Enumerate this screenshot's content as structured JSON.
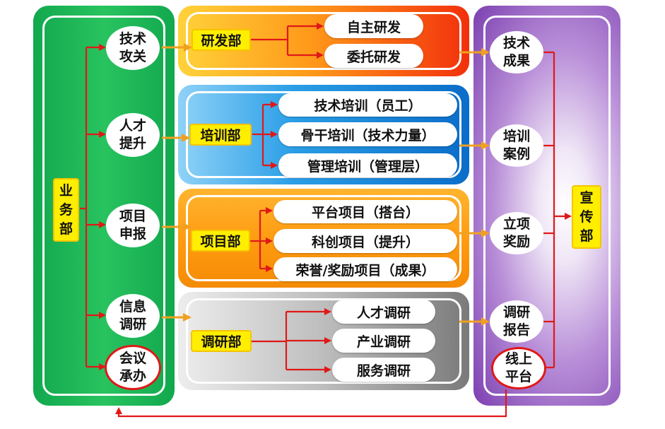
{
  "left_column": {
    "title": "业务部",
    "items": [
      {
        "line1": "技术",
        "line2": "攻关"
      },
      {
        "line1": "人才",
        "line2": "提升"
      },
      {
        "line1": "项目",
        "line2": "申报"
      },
      {
        "line1": "信息",
        "line2": "调研"
      },
      {
        "line1": "会议",
        "line2": "承办"
      }
    ]
  },
  "departments": [
    {
      "name": "研发部",
      "items": [
        "自主研发",
        "委托研发"
      ]
    },
    {
      "name": "培训部",
      "items": [
        "技术培训（员工）",
        "骨干培训（技术力量）",
        "管理培训（管理层）"
      ]
    },
    {
      "name": "项目部",
      "items": [
        "平台项目（搭台）",
        "科创项目（提升）",
        "荣誉/奖励项目（成果）"
      ]
    },
    {
      "name": "调研部",
      "items": [
        "人才调研",
        "产业调研",
        "服务调研"
      ]
    }
  ],
  "right_column": {
    "title": "宣传部",
    "items": [
      {
        "line1": "技术",
        "line2": "成果"
      },
      {
        "line1": "培训",
        "line2": "案例"
      },
      {
        "line1": "立项",
        "line2": "奖励"
      },
      {
        "line1": "调研",
        "line2": "报告"
      },
      {
        "line1": "线上",
        "line2": "平台"
      }
    ]
  },
  "colors": {
    "connector": "#e01818",
    "panel_arrow": "#f0a020",
    "label_fill": "#ffee00",
    "left_panel": "#1db454",
    "right_panel": "#7b3fb0",
    "dept_colors": [
      "#f2300c",
      "#0a6dc9",
      "#ff9a10",
      "#9e9e9e"
    ]
  }
}
